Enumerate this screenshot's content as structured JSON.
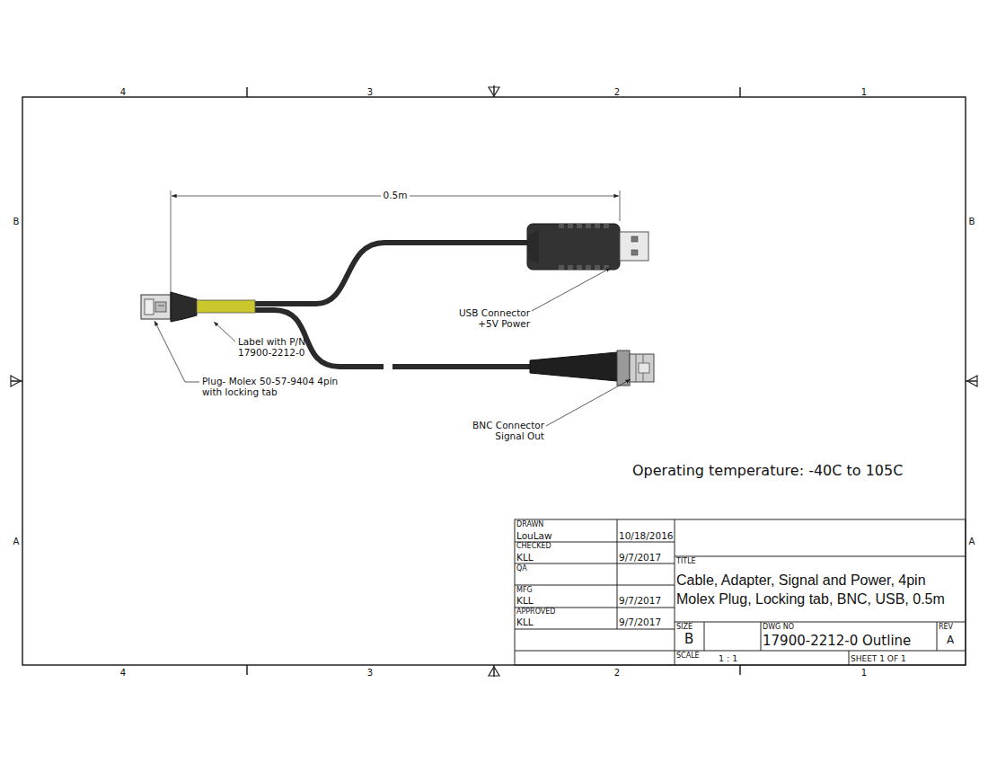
{
  "diagram": {
    "title": "Cable, Adapter, Signal and Power, 4pin Molex Plug, Locking tab, BNC, USB, 0.5m",
    "labels": [
      "4",
      "3",
      "2",
      "1",
      "4",
      "3",
      "2",
      "1",
      "B",
      "A",
      "B",
      "A",
      "0.5m",
      "USB Connector +5V Power",
      "Label with P/N 17900-2212-0",
      "Plug- Molex 50-57-9404 4pin with locking tab",
      "BNC Connector Signal Out",
      "Operating temperature: -40C to 105C",
      "DRAWN",
      "LouLaw",
      "10/18/2016",
      "CHECKED",
      "KLL",
      "9/7/2017",
      "QA",
      "MFG",
      "KLL",
      "9/7/2017",
      "APPROVED",
      "KLL",
      "9/7/2017",
      "TITLE",
      "SIZE",
      "B",
      "DWG NO",
      "17900-2212-0 Outline",
      "REV",
      "A",
      "SCALE",
      "1 : 1",
      "SHEET 1  OF 1"
    ]
  }
}
